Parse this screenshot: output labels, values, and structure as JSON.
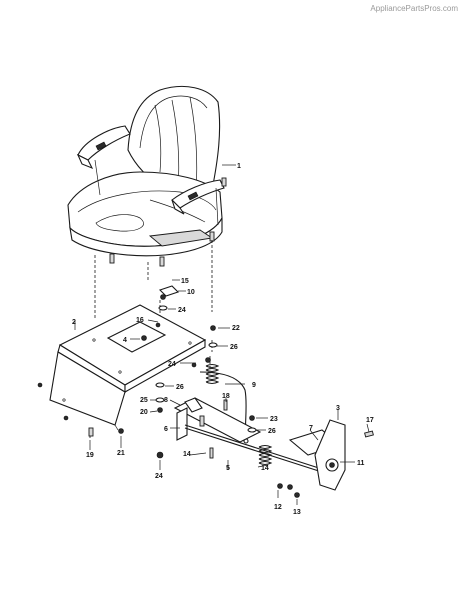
{
  "watermark": "AppliancePartsPros.com",
  "callouts": {
    "c1": "1",
    "c2": "2",
    "c3": "3",
    "c4": "4",
    "c5": "5",
    "c6": "6",
    "c7": "7",
    "c8": "8",
    "c9": "9",
    "c10": "10",
    "c11": "11",
    "c12": "12",
    "c13": "13",
    "c14a": "14",
    "c14b": "14",
    "c15": "15",
    "c16": "16",
    "c17": "17",
    "c18": "18",
    "c19": "19",
    "c20": "20",
    "c21": "21",
    "c22": "22",
    "c23": "23",
    "c24a": "24",
    "c24b": "24",
    "c24c": "24",
    "c25": "25",
    "c26a": "26",
    "c26b": "26",
    "c26c": "26"
  }
}
